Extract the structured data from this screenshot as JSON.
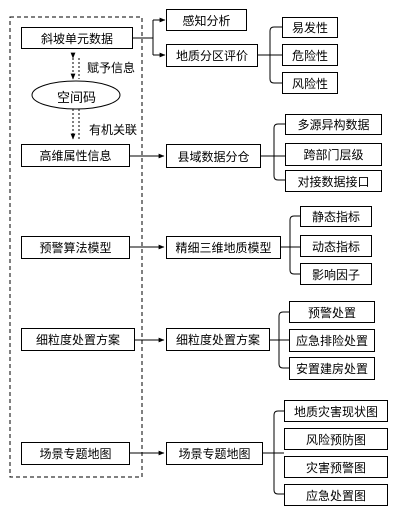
{
  "left_column": {
    "slope_unit_data": "斜坡单元数据",
    "spatial_code": "空间码",
    "assign_info": "赋予信息",
    "organic_link": "有机关联",
    "high_dim_attr": "高维属性信息",
    "warning_model": "预警算法模型",
    "fine_plan": "细粒度处置方案",
    "scene_map": "场景专题地图"
  },
  "middle_column": {
    "perception": "感知分析",
    "geo_zoning": "地质分区评价",
    "county_warehouse": "县域数据分仓",
    "fine_3d_model": "精细三维地质模型",
    "fine_plan": "细粒度处置方案",
    "scene_map": "场景专题地图"
  },
  "right_column": {
    "zoning_items": [
      "易发性",
      "危险性",
      "风险性"
    ],
    "warehouse_items": [
      "多源异构数据",
      "跨部门层级",
      "对接数据接口"
    ],
    "model_items": [
      "静态指标",
      "动态指标",
      "影响因子"
    ],
    "plan_items": [
      "预警处置",
      "应急排险处置",
      "安置建房处置"
    ],
    "map_items": [
      "地质灾害现状图",
      "风险预防图",
      "灾害预警图",
      "应急处置图"
    ]
  }
}
